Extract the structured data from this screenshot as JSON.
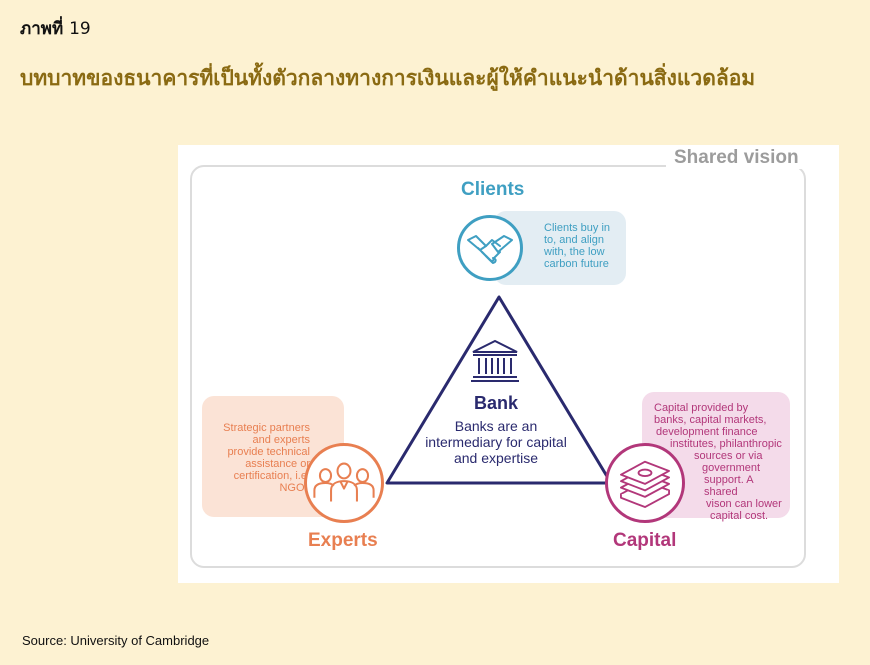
{
  "figure": {
    "label": "ภาพที่",
    "number": "19",
    "title": "บทบาทของธนาคารที่เป็นทั้งตัวกลางทางการเงินและผู้ให้คำแนะนำด้านสิ่งแวดล้อม"
  },
  "diagram": {
    "frame_label": "Shared vision",
    "clients": {
      "heading": "Clients",
      "note": [
        "Clients buy in",
        "to, and align",
        "with, the low",
        "carbon future"
      ],
      "icon": "handshake-icon",
      "color": "#3f9fc2"
    },
    "bank": {
      "heading": "Bank",
      "description": [
        "Banks are an",
        "intermediary for capital",
        "and expertise"
      ],
      "icon": "bank-building-icon",
      "color": "#2a2a6e"
    },
    "experts": {
      "heading": "Experts",
      "note": [
        "Strategic partners",
        "and experts",
        "provide technical",
        "assistance or",
        "certification, i.e.",
        "NGOs"
      ],
      "icon": "people-group-icon",
      "color": "#e87f51"
    },
    "capital": {
      "heading": "Capital",
      "note": [
        "Capital provided by",
        "banks, capital markets,",
        "development finance",
        "institutes, philanthropic",
        "sources or via",
        "government",
        "support. A shared",
        "vison can lower",
        "capital cost."
      ],
      "icon": "money-stack-icon",
      "color": "#b2377a"
    }
  },
  "source": "Source: University of Cambridge"
}
